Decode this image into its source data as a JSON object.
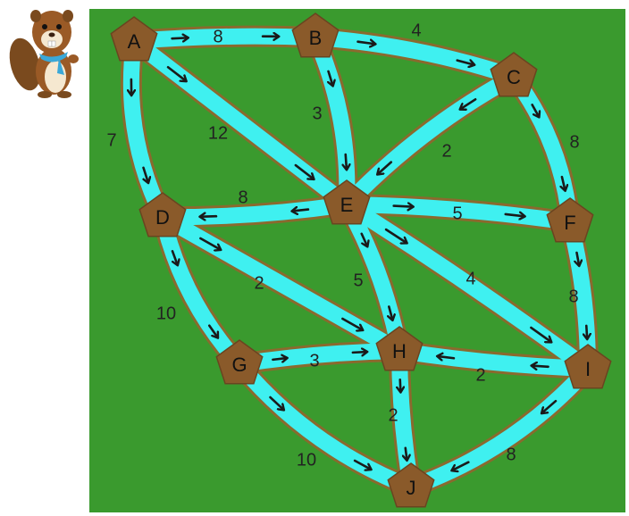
{
  "colors": {
    "field": "#3a9a2e",
    "river": "#3ff0f0",
    "bank": "#8a6a2e",
    "node": "#8a5a2a",
    "arrow": "#1a1a1a"
  },
  "mascot_icon": "beaver-mascot",
  "nodes": [
    {
      "id": "A",
      "label": "A"
    },
    {
      "id": "B",
      "label": "B"
    },
    {
      "id": "C",
      "label": "C"
    },
    {
      "id": "D",
      "label": "D"
    },
    {
      "id": "E",
      "label": "E"
    },
    {
      "id": "F",
      "label": "F"
    },
    {
      "id": "G",
      "label": "G"
    },
    {
      "id": "H",
      "label": "H"
    },
    {
      "id": "I",
      "label": "I"
    },
    {
      "id": "J",
      "label": "J"
    }
  ],
  "edges": [
    {
      "from": "A",
      "to": "B",
      "weight": "8"
    },
    {
      "from": "B",
      "to": "C",
      "weight": "4"
    },
    {
      "from": "A",
      "to": "D",
      "weight": "7"
    },
    {
      "from": "A",
      "to": "E",
      "weight": "12"
    },
    {
      "from": "B",
      "to": "E",
      "weight": "3"
    },
    {
      "from": "C",
      "to": "E",
      "weight": "2"
    },
    {
      "from": "C",
      "to": "F",
      "weight": "8"
    },
    {
      "from": "E",
      "to": "D",
      "weight": "8"
    },
    {
      "from": "E",
      "to": "F",
      "weight": "5"
    },
    {
      "from": "D",
      "to": "H",
      "weight": "2"
    },
    {
      "from": "E",
      "to": "H",
      "weight": "5"
    },
    {
      "from": "E",
      "to": "I",
      "weight": "4"
    },
    {
      "from": "F",
      "to": "I",
      "weight": "8"
    },
    {
      "from": "D",
      "to": "G",
      "weight": "10"
    },
    {
      "from": "G",
      "to": "H",
      "weight": "3"
    },
    {
      "from": "I",
      "to": "H",
      "weight": "2"
    },
    {
      "from": "H",
      "to": "J",
      "weight": "2"
    },
    {
      "from": "G",
      "to": "J",
      "weight": "10"
    },
    {
      "from": "I",
      "to": "J",
      "weight": "8"
    }
  ]
}
